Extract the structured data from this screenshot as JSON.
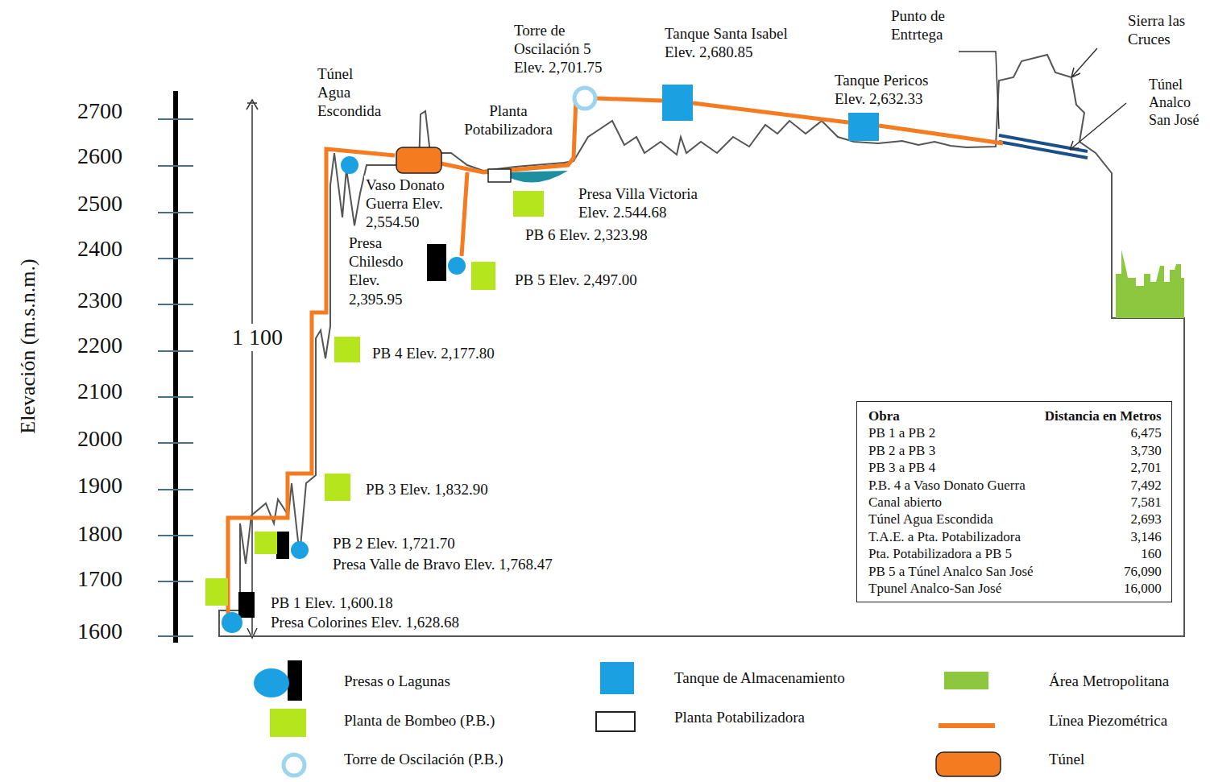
{
  "diagram": {
    "nodes": [
      {
        "text": [
          "Obra",
          "Distancia en Metros",
          "PB 1 a PB 2",
          "6,475",
          "PB 2 a PB 3",
          "3,730",
          "PB 3 a PB 4",
          "2,701",
          "P.B. 4 a Vaso Donato Guerra",
          "7,492",
          "Canal abierto",
          "7,581",
          "Túnel Agua Escondida",
          "2,693",
          "T.A.E. a Pta. Potabilizadora",
          "3,146",
          "Pta. Potabilizadora a PB 5",
          "160",
          "PB 5 a Túnel Analco  San José",
          "76,090",
          "Tpunel Analco-San José",
          "16,000"
        ]
      }
    ],
    "labels": [
      "Elevación (m.s.n.m.)",
      "2700",
      "2600",
      "2500",
      "2400",
      "2300",
      "2200",
      "2100",
      "2000",
      "1900",
      "1800",
      "1700",
      "1600",
      "1 100",
      "Túnel Agua Escondida",
      "Torre de Oscilación 5 Elev. 2,701.75",
      "Tanque Santa Isabel Elev. 2,680.85",
      "Punto de Entrtega",
      "Sierra las Cruces",
      "Túnel Analco San José",
      "Planta Potabilizadora",
      "Tanque Pericos Elev. 2,632.33",
      "Vaso Donato Guerra Elev. 2,554.50",
      "Presa Villa Victoria Elev. 2.544.68",
      "PB 6 Elev. 2,323.98",
      "Presa Chilesdo Elev. 2,395.95",
      "PB 5 Elev. 2,497.00",
      "PB 4 Elev. 2,177.80",
      "PB 3 Elev. 1,832.90",
      "PB 2 Elev. 1,721.70",
      "Presa Valle de Bravo Elev. 1,768.47",
      "PB 1 Elev. 1,600.18",
      "Presa Colorines Elev. 1,628.68"
    ],
    "legend": [
      {
        "text": "Presas o Lagunas"
      },
      {
        "text": "Tanque de Almacenamiento",
        "color": "#1ba1e2"
      },
      {
        "text": "Área Metropolitana",
        "color": "#8dc63f"
      },
      {
        "text": "Planta de Bombeo (P.B.)",
        "color": "#b5e61d"
      },
      {
        "text": "Planta Potabilizadora"
      },
      {
        "text": "Lïnea Piezométrica"
      },
      {
        "text": "Torre de Oscilación (P.B.)"
      },
      {
        "text": "Túnel"
      }
    ]
  }
}
